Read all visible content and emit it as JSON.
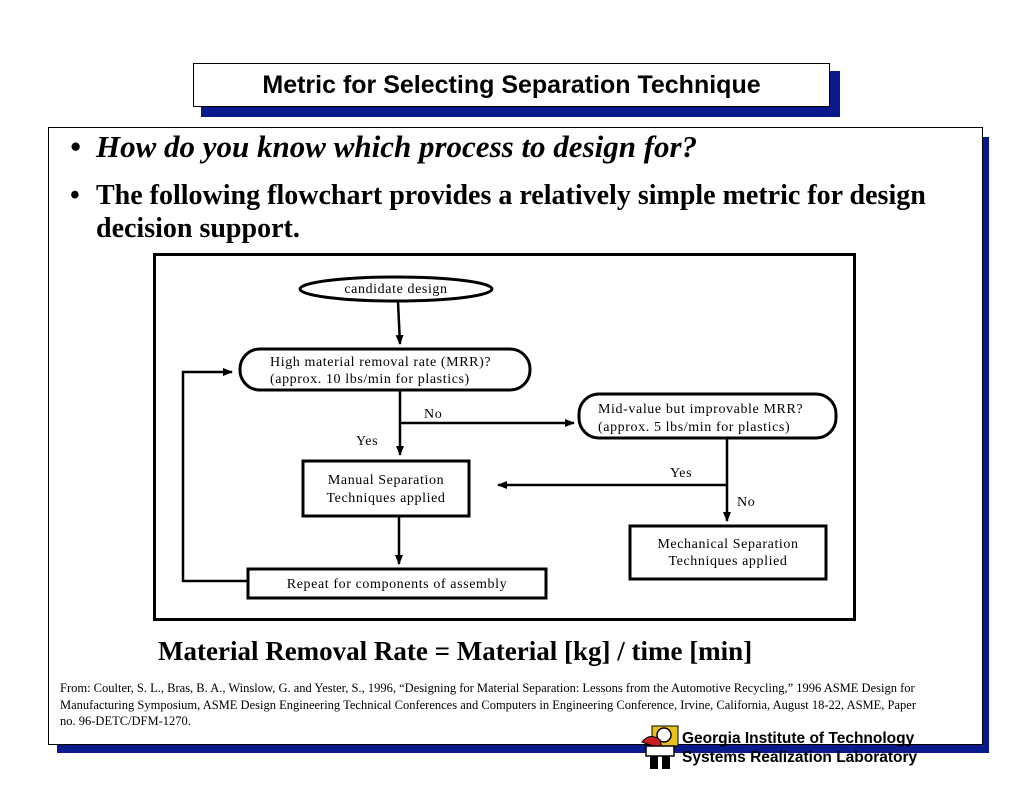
{
  "title": "Metric for Selecting Separation Technique",
  "bullets": [
    "How do you know which process to design for?",
    "The following flowchart provides a relatively simple metric for design decision support."
  ],
  "bullet_symbol": "•",
  "flowchart": {
    "start": "candidate design",
    "high_mrr_line1": "High material removal rate (MRR)?",
    "high_mrr_line2": "(approx. 10 lbs/min for plastics)",
    "mid_mrr_line1": "Mid-value but improvable MRR?",
    "mid_mrr_line2": "(approx. 5 lbs/min for plastics)",
    "manual_line1": "Manual Separation",
    "manual_line2": "Techniques applied",
    "mechanical_line1": "Mechanical Separation",
    "mechanical_line2": "Techniques applied",
    "repeat": "Repeat for components of assembly",
    "yes_label": "Yes",
    "no_label": "No"
  },
  "formula": "Material Removal Rate = Material [kg] / time [min]",
  "citation": "From:  Coulter, S. L., Bras, B. A., Winslow, G. and Yester, S., 1996, “Designing for Material Separation:  Lessons from the Automotive Recycling,” 1996 ASME Design for Manufacturing Symposium, ASME Design Engineering Technical Conferences and Computers in Engineering Conference, Irvine, California, August 18-22, ASME, Paper no. 96-DETC/DFM-1270.",
  "lab": {
    "line1": "Georgia Institute of Technology",
    "line2": "Systems Realization Laboratory"
  },
  "colors": {
    "shadow": "#0a1a8c",
    "logo_gold": "#e8c21c",
    "logo_red": "#c81e1e"
  }
}
